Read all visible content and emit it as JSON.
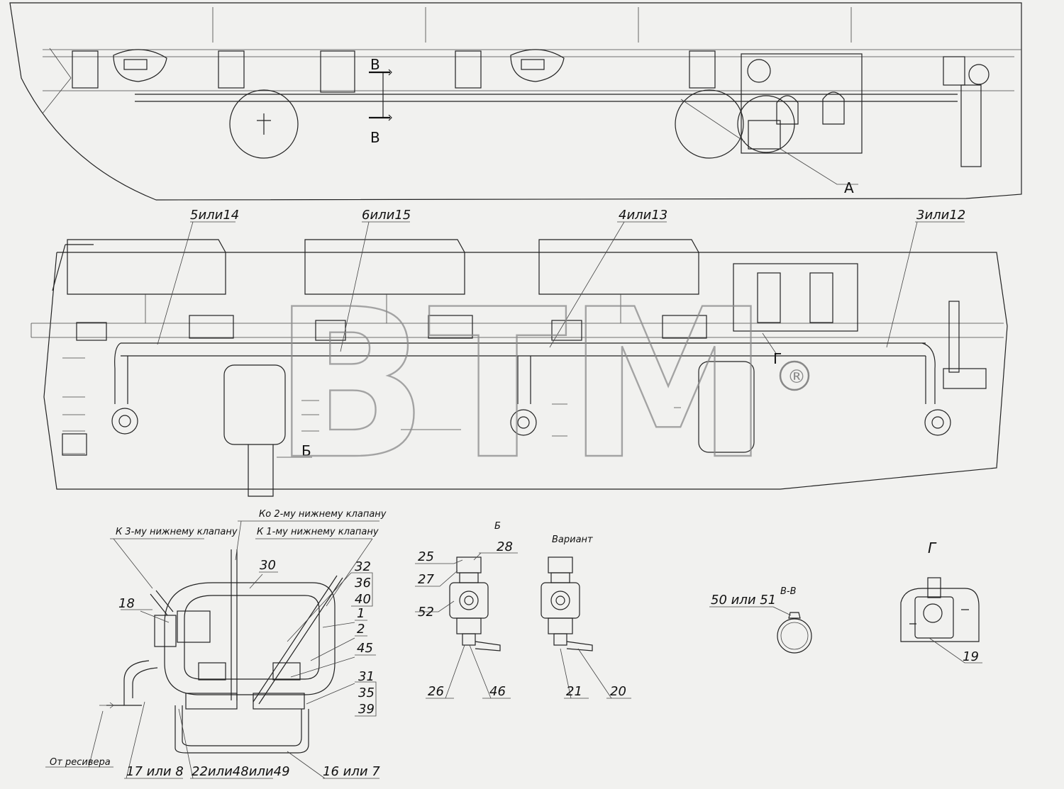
{
  "watermark": {
    "text": "BTM",
    "registered": "®"
  },
  "views": {
    "section_mark_top": "В",
    "section_mark_bottom": "В",
    "view_a": "А",
    "view_b_ref": "Б",
    "view_g_ref": "Г"
  },
  "callouts": {
    "c5or14": "5или14",
    "c6or15": "6или15",
    "c4or13": "4или13",
    "c3or12": "3или12"
  },
  "detail_a": {
    "to_valve3": "К 3-му нижнему клапану",
    "to_valve2": "Ко 2-му нижнему клапану",
    "to_valve1": "К 1-му нижнему клапану",
    "from_receiver": "От ресивера",
    "n18": "18",
    "n30": "30",
    "n32": "32",
    "n36": "36",
    "n40": "40",
    "n1": "1",
    "n2": "2",
    "n45": "45",
    "n31": "31",
    "n35": "35",
    "n39": "39",
    "n17or8": "17 или 8",
    "n22or48or49": "22или48или49",
    "n16or7": "16 или 7"
  },
  "detail_b": {
    "title": "Б",
    "n25": "25",
    "n28": "28",
    "n27": "27",
    "n52": "52",
    "n26": "26",
    "n46": "46"
  },
  "variant": {
    "title": "Вариант",
    "n21": "21",
    "n20": "20"
  },
  "section_vv": {
    "title": "В-В",
    "n50or51": "50 или 51"
  },
  "detail_g": {
    "title": "Г",
    "n19": "19"
  }
}
